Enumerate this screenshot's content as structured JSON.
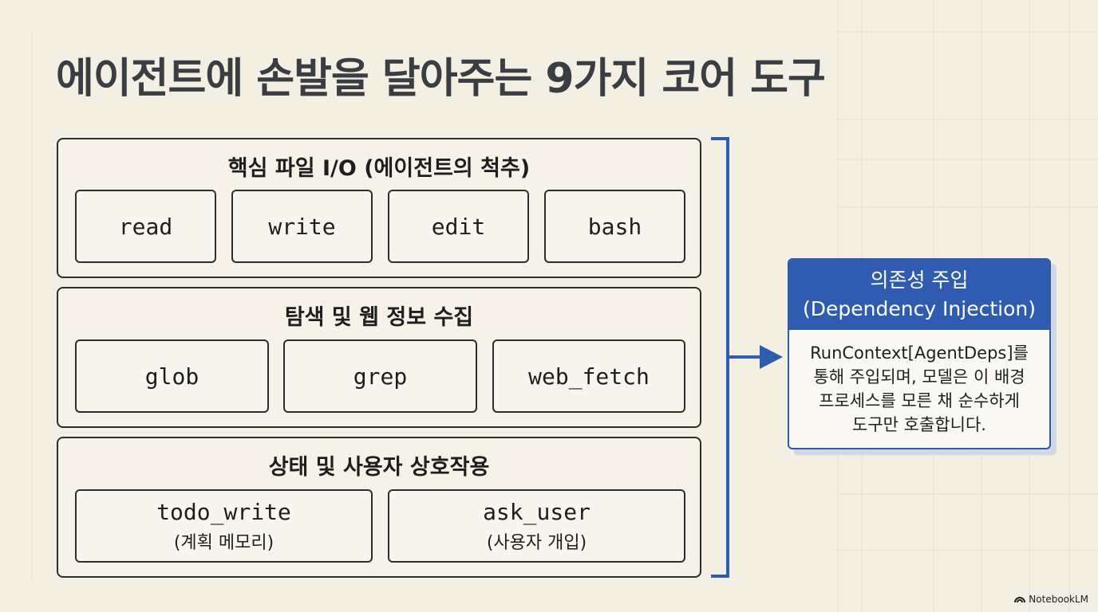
{
  "title": "에이전트에 손발을 달아주는 9가지 코어 도구",
  "groups": [
    {
      "title": "핵심 파일 I/O (에이전트의 척추)",
      "tools": [
        {
          "name": "read"
        },
        {
          "name": "write"
        },
        {
          "name": "edit"
        },
        {
          "name": "bash"
        }
      ]
    },
    {
      "title": "탐색 및 웹 정보 수집",
      "tools": [
        {
          "name": "glob"
        },
        {
          "name": "grep"
        },
        {
          "name": "web_fetch"
        }
      ]
    },
    {
      "title": "상태 및 사용자 상호작용",
      "tools": [
        {
          "name": "todo_write",
          "sub": "(계획 메모리)"
        },
        {
          "name": "ask_user",
          "sub": "(사용자 개입)"
        }
      ]
    }
  ],
  "injection": {
    "title_ko": "의존성 주입",
    "title_en": "(Dependency Injection)",
    "body_lines": [
      "RunContext[AgentDeps]를",
      "통해 주입되며, 모델은 이 배경",
      "프로세스를 모른 채 순수하게",
      "도구만 호출합니다."
    ]
  },
  "footer": {
    "brand": "NotebookLM",
    "icon": "notebooklm-logo-icon"
  },
  "colors": {
    "background": "#f3efe3",
    "accent_blue": "#2f5bb0",
    "border": "#2d2d2d"
  }
}
